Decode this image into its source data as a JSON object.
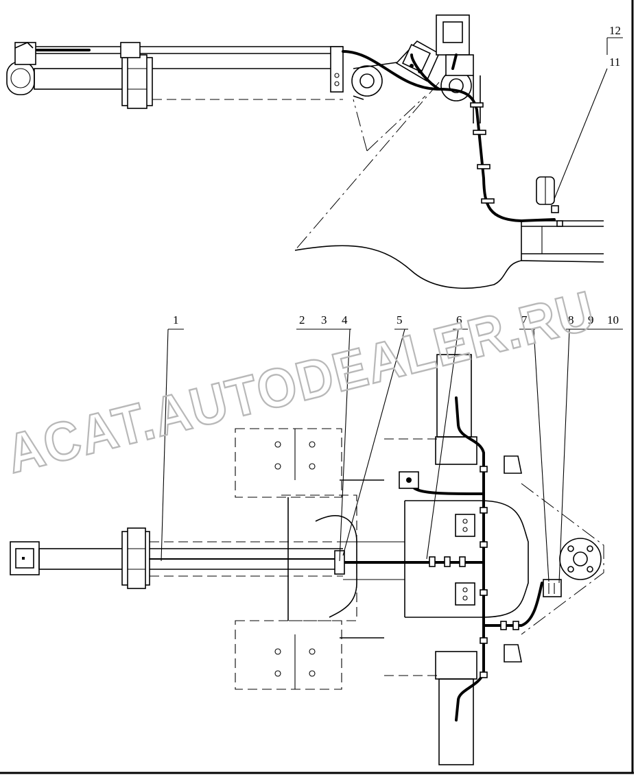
{
  "watermark": "ACAT.AUTODEALER.RU",
  "callouts": {
    "c1": "1",
    "c2": "2",
    "c3": "3",
    "c4": "4",
    "c5": "5",
    "c6": "6",
    "c7": "7",
    "c8": "8",
    "c9": "9",
    "c10": "10",
    "c11": "11",
    "c12": "12"
  },
  "colors": {
    "line": "#000000",
    "background": "#ffffff",
    "watermark": "#b8b8b8"
  }
}
